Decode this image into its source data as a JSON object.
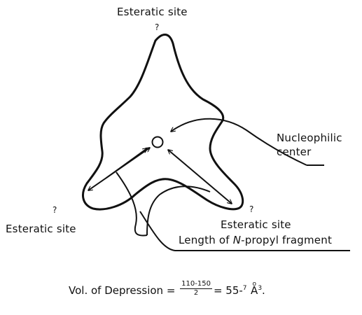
{
  "labels": {
    "top_site": "Esteratic site",
    "left_site": "Esteratic site",
    "right_site": "Esteratic site",
    "nucleophilic_line1": "Nucleophilic",
    "nucleophilic_line2": "center",
    "length_prefix": "Length of ",
    "length_italic": "N",
    "length_suffix": "-propyl fragment",
    "unknown_mark": "?"
  },
  "formula": {
    "prefix": "Vol. of Depression = ",
    "numerator": "110-150",
    "denominator": "2",
    "equals": "= 55-",
    "superscript": "7",
    "unit": "A",
    "unit_ring": "o",
    "unit_exponent": "3",
    "period": "."
  }
}
